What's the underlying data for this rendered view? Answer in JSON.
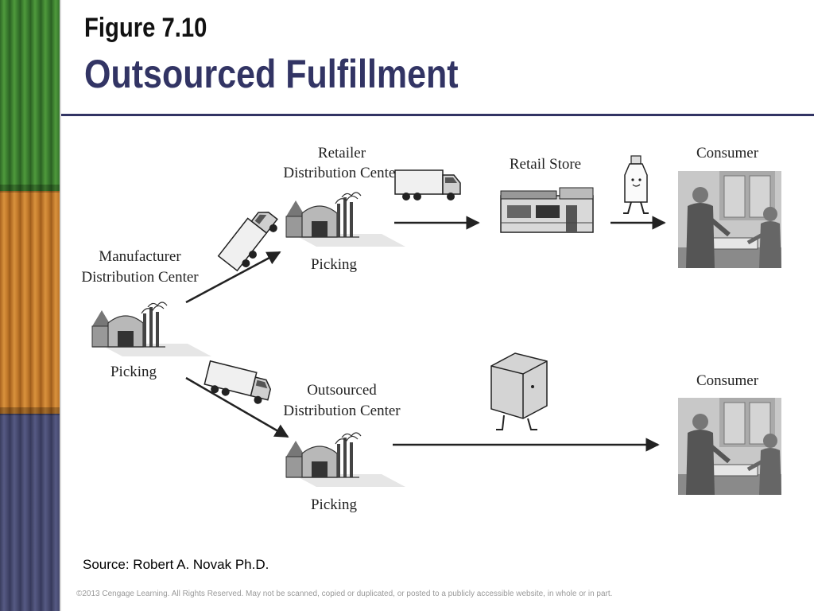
{
  "slide": {
    "figure_number": "Figure 7.10",
    "title": "Outsourced Fulfillment",
    "source": "Source:  Robert A. Novak Ph.D.",
    "copyright": "©2013 Cengage Learning. All Rights Reserved. May not be scanned, copied or duplicated, or posted to a publicly accessible website, in whole or in part."
  },
  "diagram": {
    "manufacturer": {
      "line1": "Manufacturer",
      "line2": "Distribution Center",
      "sub": "Picking"
    },
    "retailer_dc": {
      "line1": "Retailer",
      "line2": "Distribution Center",
      "sub": "Picking"
    },
    "retail_store": {
      "label": "Retail Store"
    },
    "outsourced_dc": {
      "line1": "Outsourced",
      "line2": "Distribution Center",
      "sub": "Picking"
    },
    "consumer_top": {
      "label": "Consumer"
    },
    "consumer_bottom": {
      "label": "Consumer"
    }
  },
  "colors": {
    "title": "#323464",
    "rule": "#323464"
  },
  "icons": [
    "warehouse-icon",
    "truck-icon",
    "store-icon",
    "milk-bottle-icon",
    "box-icon",
    "consumer-scene-icon",
    "arrow-icon"
  ]
}
